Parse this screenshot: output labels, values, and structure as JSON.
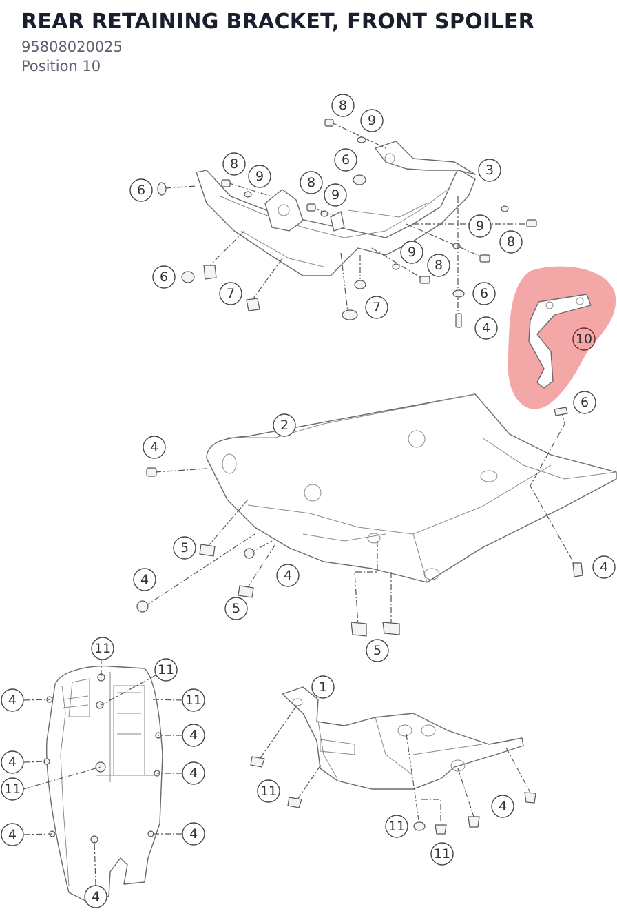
{
  "header": {
    "title": "REAR RETAINING BRACKET, FRONT SPOILER",
    "part_number": "95808020025",
    "position": "Position 10"
  },
  "diagram": {
    "highlight_color": "#f08a8a",
    "callouts": [
      "8",
      "9",
      "6",
      "3",
      "8",
      "9",
      "8",
      "9",
      "6",
      "9",
      "8",
      "9",
      "8",
      "6",
      "7",
      "7",
      "6",
      "4",
      "10",
      "6",
      "2",
      "4",
      "5",
      "4",
      "4",
      "5",
      "4",
      "5",
      "11",
      "11",
      "11",
      "4",
      "4",
      "4",
      "4",
      "11",
      "4",
      "4",
      "4",
      "1",
      "11",
      "4",
      "11",
      "11"
    ]
  }
}
